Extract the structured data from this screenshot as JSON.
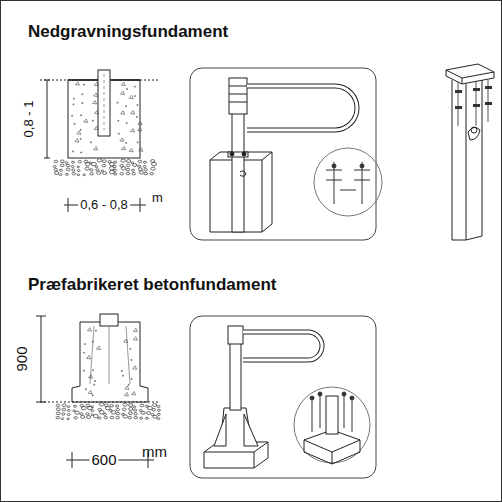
{
  "diagram": {
    "labels": [
      "Nedgravningsfundament",
      "0,8 - 1",
      "0,6 - 0,8",
      "m",
      "Præfabrikeret betonfundament",
      "900",
      "600",
      "mm"
    ]
  }
}
